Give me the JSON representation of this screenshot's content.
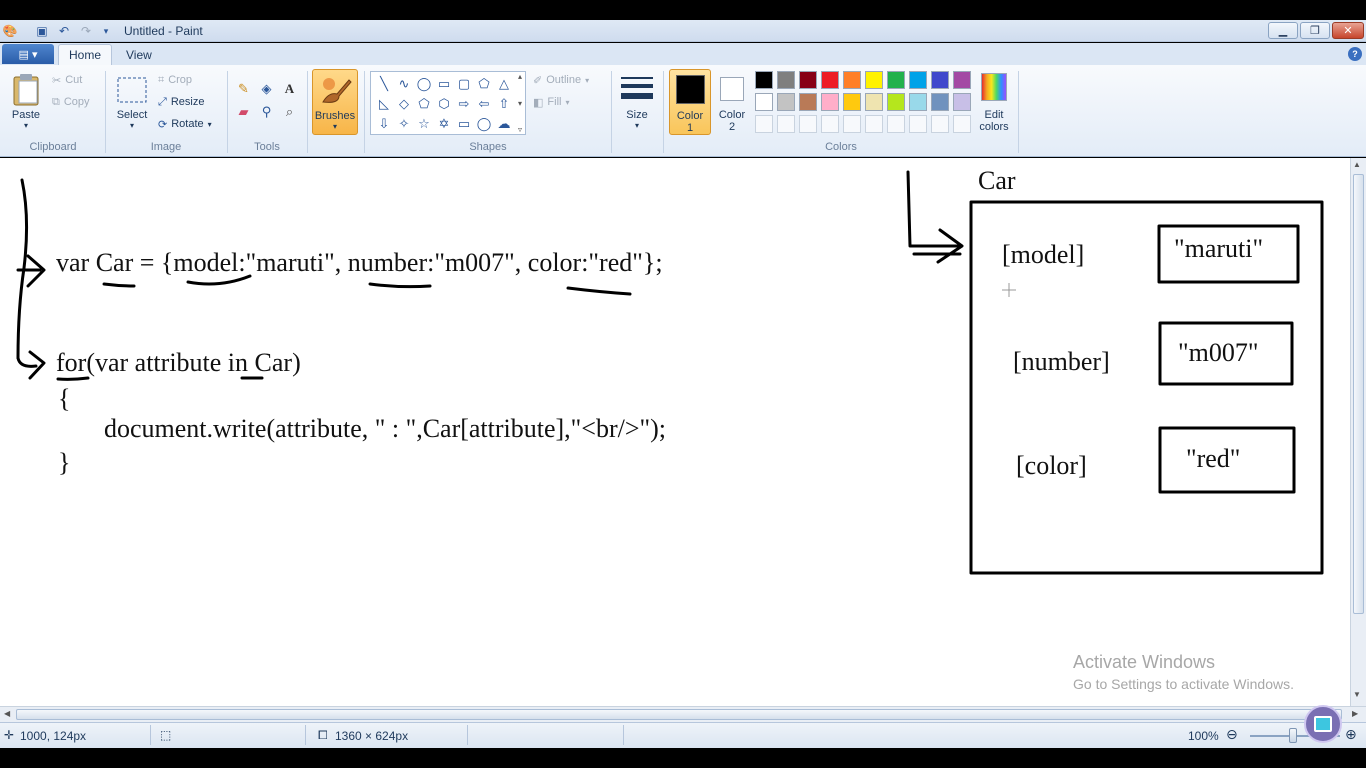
{
  "window": {
    "title": "Untitled - Paint"
  },
  "tabs": [
    {
      "label": "Home"
    },
    {
      "label": "View"
    }
  ],
  "clipboard": {
    "paste": "Paste",
    "cut": "Cut",
    "copy": "Copy",
    "group": "Clipboard"
  },
  "image": {
    "select": "Select",
    "crop": "Crop",
    "resize": "Resize",
    "rotate": "Rotate",
    "group": "Image"
  },
  "tools": {
    "group": "Tools"
  },
  "brushes": {
    "label": "Brushes"
  },
  "shapes": {
    "outline": "Outline",
    "fill": "Fill",
    "group": "Shapes"
  },
  "size": {
    "label": "Size"
  },
  "colors": {
    "color1_a": "Color",
    "color1_b": "1",
    "color2_a": "Color",
    "color2_b": "2",
    "edit_a": "Edit",
    "edit_b": "colors",
    "group": "Colors",
    "palette_row1": [
      "#000000",
      "#7f7f7f",
      "#880015",
      "#ed1c24",
      "#ff7f27",
      "#fff200",
      "#22b14c",
      "#00a2e8",
      "#3f48cc",
      "#a349a4"
    ],
    "palette_row2": [
      "#ffffff",
      "#c3c3c3",
      "#b97a57",
      "#ffaec9",
      "#ffc90e",
      "#efe4b0",
      "#b5e61d",
      "#99d9ea",
      "#7092be",
      "#c8bfe7"
    ]
  },
  "drawing": {
    "line1": "var Car = {model:\"maruti\", number:\"m007\", color:\"red\"};",
    "line2": "for(var attribute in Car)",
    "line3": "{",
    "line4": "document.write(attribute, \" : \",Car[attribute],\"<br/>\");",
    "line5": "}",
    "object_title": "Car",
    "keys": [
      "[model]",
      "[number]",
      "[color]"
    ],
    "values": [
      "\"maruti\"",
      "\"m007\"",
      "\"red\""
    ]
  },
  "status": {
    "cursor": "1000, 124px",
    "dimensions": "1360 × 624px",
    "zoom": "100%"
  },
  "watermark": {
    "line1": "Activate Windows",
    "line2": "Go to Settings to activate Windows."
  }
}
